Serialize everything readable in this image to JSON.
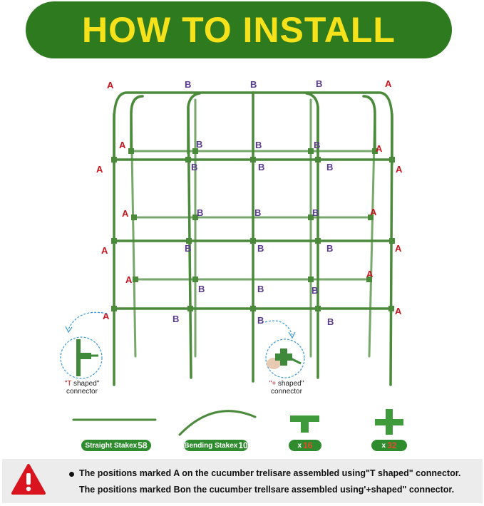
{
  "title": "HOW TO INSTALL",
  "colors": {
    "banner": "#2e7a1f",
    "title_text": "#f5e21a",
    "stake": "#4a8a3a",
    "label_a": "#c8141e",
    "label_b": "#5a3a8c"
  },
  "labels": {
    "a": "A",
    "b": "B"
  },
  "connectors": {
    "t_shaped": {
      "highlight": "\"T",
      "rest": " shaped\"",
      "line2": "connector",
      "icon": "t-connector-icon"
    },
    "plus_shaped": {
      "highlight": "\"+",
      "rest": " shaped\"",
      "line2": "connector",
      "icon": "plus-connector-icon"
    }
  },
  "parts": {
    "straight": {
      "label": "Straight Stake",
      "x": "x",
      "qty": "58"
    },
    "bending": {
      "label": "Bending Stake",
      "x": "x",
      "qty": "10"
    },
    "t_conn": {
      "x": "x",
      "qty": "16"
    },
    "plus_conn": {
      "x": "x",
      "qty": "32"
    }
  },
  "notes": {
    "icon": "warning-icon",
    "line1": "The positions marked A on the cucumber trelisare assembled using\"T shaped\" connector.",
    "line2": "The positions marked Bon the cucumber trellsare assembled using'+shaped\"  connector."
  }
}
